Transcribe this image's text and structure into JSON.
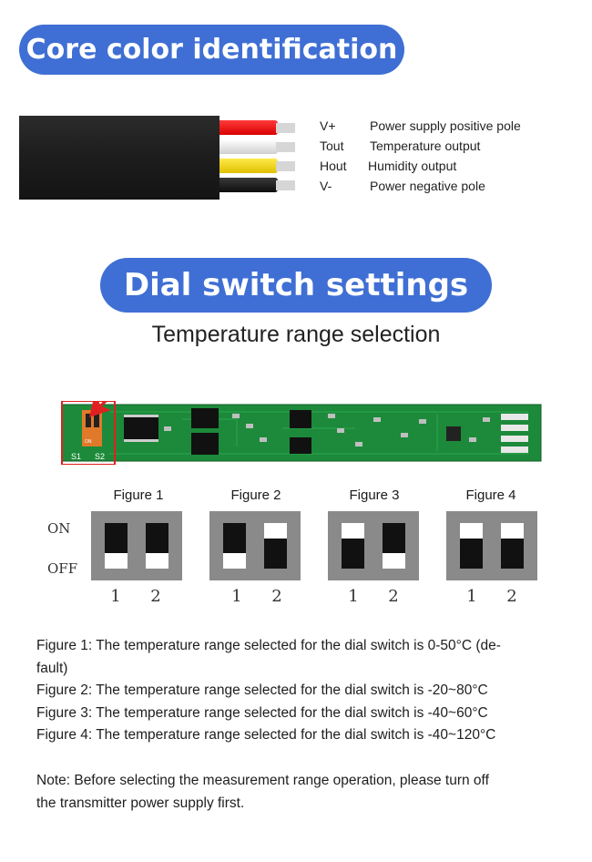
{
  "sections": {
    "core_title": "Core color identification",
    "dial_title": "Dial switch settings",
    "temp_subtitle": "Temperature range selection"
  },
  "wires": [
    {
      "code": "V+",
      "desc": "Power supply positive pole",
      "color": "#e00000"
    },
    {
      "code": "Tout",
      "desc": "Temperature output",
      "color": "#f2f2f2"
    },
    {
      "code": "Hout",
      "desc": "Humidity output",
      "color": "#f0d000"
    },
    {
      "code": "V-",
      "desc": "Power negative pole",
      "color": "#111111"
    }
  ],
  "pcb": {
    "switch_label": "ON",
    "s1": "S1",
    "s2": "S2",
    "board_color": "#1c8a3a",
    "arrow_color": "#e02020"
  },
  "switch_states": {
    "on": "ON",
    "off": "OFF"
  },
  "figures": [
    {
      "title": "Figure 1",
      "switch1": "OFF",
      "switch2": "OFF"
    },
    {
      "title": "Figure 2",
      "switch1": "OFF",
      "switch2": "ON"
    },
    {
      "title": "Figure 3",
      "switch1": "ON",
      "switch2": "OFF"
    },
    {
      "title": "Figure 4",
      "switch1": "ON",
      "switch2": "ON"
    }
  ],
  "switch_numbers": [
    "1",
    "2"
  ],
  "descriptions": {
    "fig1_line1": "Figure 1: The temperature range selected for the dial switch is 0-50°C (de-",
    "fig1_line2": "fault)",
    "fig2": "Figure 2: The temperature range selected for the dial switch is -20~80°C",
    "fig3": "Figure 3: The temperature range selected for the dial switch is -40~60°C",
    "fig4": "Figure 4: The temperature range selected for the dial switch is -40~120°C",
    "note_line1": "Note: Before selecting the measurement range operation, please turn off",
    "note_line2": "the transmitter power supply first."
  }
}
